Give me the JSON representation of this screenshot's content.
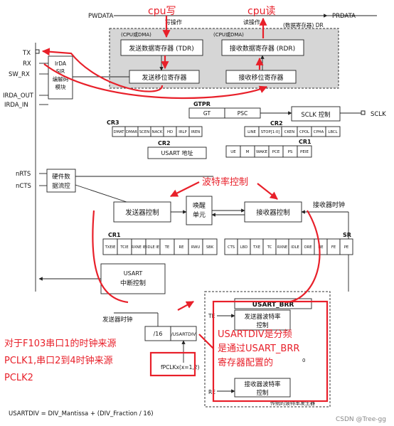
{
  "bus": {
    "pwdata": "PWDATA",
    "prdata": "PRDATA",
    "write_op": "写操作",
    "read_op": "读操作",
    "data_reg": "(数据寄存器) DR",
    "cpu_dma_1": "(CPU或DMA)",
    "cpu_dma_2": "(CPU或DMA)"
  },
  "registers": {
    "tdr": "发送数据寄存器 (TDR)",
    "rdr": "接收数据寄存器 (RDR)",
    "tx_shift": "发送移位寄存器",
    "rx_shift": "接收移位寄存器"
  },
  "pins": {
    "tx": "TX",
    "rx": "RX",
    "sw_rx": "SW_RX",
    "irda_out": "IRDA_OUT",
    "irda_in": "IRDA_IN",
    "nrts": "nRTS",
    "ncts": "nCTS",
    "sclk": "SCLK"
  },
  "irda": {
    "line1": "IrDA",
    "line2": "SIR",
    "line3": "编解码",
    "line4": "模块"
  },
  "gtpr": {
    "title": "GTPR",
    "gt": "GT",
    "psc": "PSC"
  },
  "sclk_ctrl": "SCLK 控制",
  "cr3": {
    "title": "CR3",
    "bits": [
      "DMAT",
      "DMAR",
      "SCEN",
      "NACK",
      "HD",
      "IRLP",
      "IREN"
    ]
  },
  "cr2_top": {
    "title": "CR2",
    "bits": [
      "LINE",
      "STOP[1:0]",
      "CKEN",
      "CPOL",
      "CPHA",
      "LBCL"
    ]
  },
  "cr2_addr": {
    "title": "CR2",
    "label": "USART 地址"
  },
  "cr1_top": {
    "title": "CR1",
    "bits": [
      "UE",
      "M",
      "WAKE",
      "PCE",
      "PS",
      "PEIE"
    ]
  },
  "flow_ctrl": {
    "line1": "硬件数",
    "line2": "据流控"
  },
  "tx_ctrl": "发送器控制",
  "wakeup": {
    "line1": "唤醒",
    "line2": "单元"
  },
  "rx_ctrl": "接收器控制",
  "rx_clock": "接收器时钟",
  "cr1_bottom": {
    "title": "CR1",
    "bits": [
      "TXEIE",
      "TCIE",
      "RXNE IE",
      "IDLE IE",
      "TE",
      "RE",
      "RWU",
      "SBK"
    ]
  },
  "sr": {
    "title": "SR",
    "bits": [
      "CTS",
      "LBD",
      "TXE",
      "TC",
      "RXNE",
      "IDLE",
      "ORE",
      "NE",
      "FE",
      "PE"
    ]
  },
  "usart_irq": {
    "line1": "USART",
    "line2": "中断控制"
  },
  "brr": {
    "title": "USART_BRR",
    "te": "TE",
    "re": "RE",
    "tx_rate": "发送器波特率",
    "tx_rate2": "控制",
    "rx_rate": "接收器波特率",
    "rx_rate2": "控制",
    "footer": "传统的波特率发生器",
    "zero": "0"
  },
  "tx_clock": "发送器时钟",
  "div16": "/16",
  "usartdiv_box": "/USARTDIV",
  "pclk": "fPCLKx(x=1,2)",
  "formula": "USARTDIV = DIV_Mantissa + (DIV_Fraction / 16)",
  "annotations": {
    "cpu_write": "cpu写",
    "cpu_read": "cpu读",
    "baud_ctrl": "波特率控制",
    "usartdiv_note": [
      "USARTDIV是分频",
      "是通过USART_BRR",
      "寄存器配置的"
    ],
    "clock_note": [
      "对于F103串口1的时钟来源",
      "PCLK1,串口2到4时钟来源",
      "PCLK2"
    ]
  },
  "watermark": "CSDN @Tree-gg",
  "colors": {
    "annotation": "#e8202a",
    "dma_zone": "#d6d6d6"
  }
}
